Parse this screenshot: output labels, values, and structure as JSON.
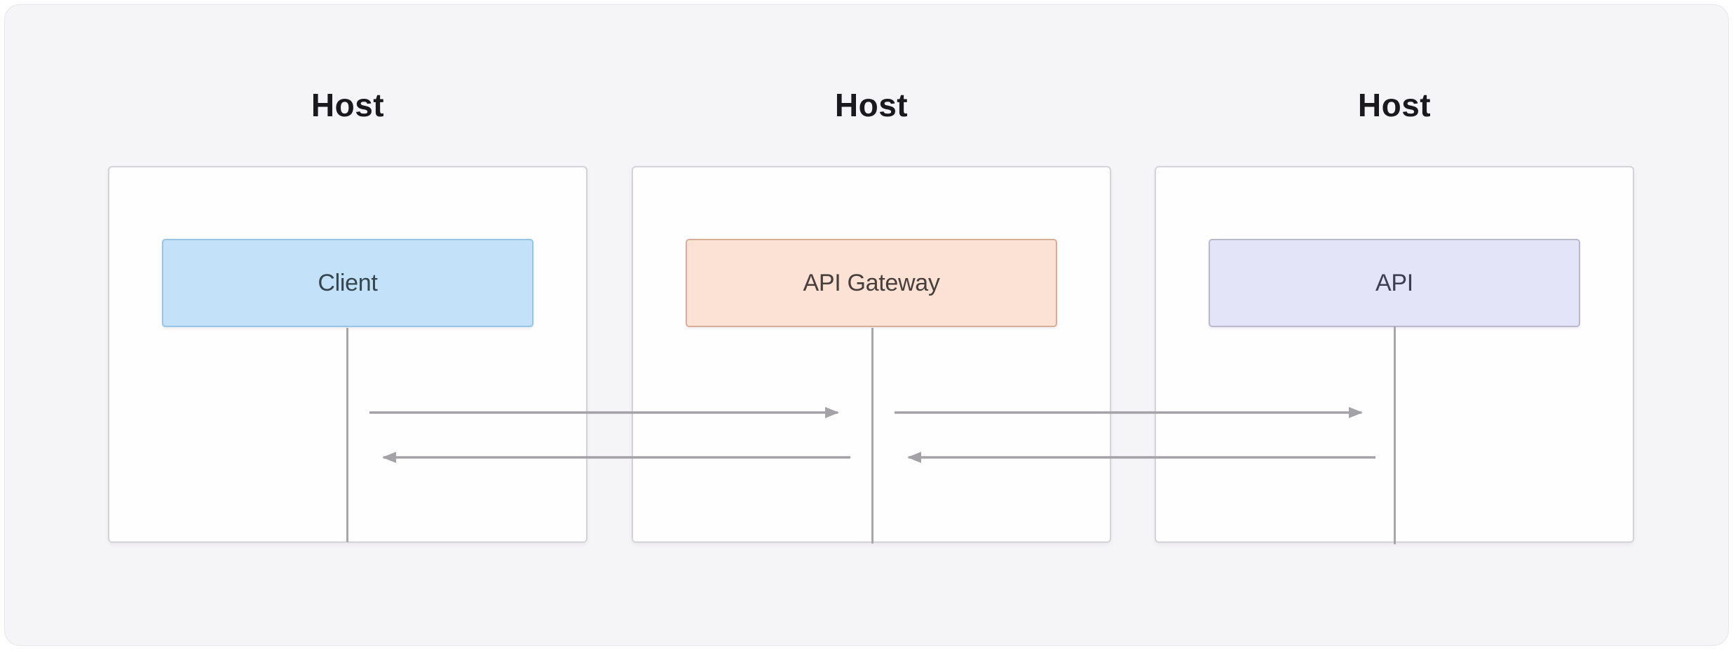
{
  "diagram": {
    "hosts": [
      {
        "title": "Host",
        "node": {
          "label": "Client",
          "fill": "#c3e1f9",
          "border": "#97c5e8",
          "text_color": "#35464f"
        }
      },
      {
        "title": "Host",
        "node": {
          "label": "API Gateway",
          "fill": "#fce2d5",
          "border": "#d8ad9a",
          "text_color": "#473f3b"
        }
      },
      {
        "title": "Host",
        "node": {
          "label": "API",
          "fill": "#e4e4f8",
          "border": "#b9b8cc",
          "text_color": "#3e3e52"
        }
      }
    ],
    "connections": [
      {
        "from": "Client",
        "to": "API Gateway",
        "direction": "right"
      },
      {
        "from": "API Gateway",
        "to": "Client",
        "direction": "left"
      },
      {
        "from": "API Gateway",
        "to": "API",
        "direction": "right"
      },
      {
        "from": "API",
        "to": "API Gateway",
        "direction": "left"
      }
    ],
    "colors": {
      "page_background": "#ffffff",
      "panel_background": "#f5f4f6",
      "container_fill": "#fffeff",
      "container_border": "#d5d3d8",
      "line_gray": "#a5a2a7",
      "title_text": "#1a1a1e"
    }
  }
}
